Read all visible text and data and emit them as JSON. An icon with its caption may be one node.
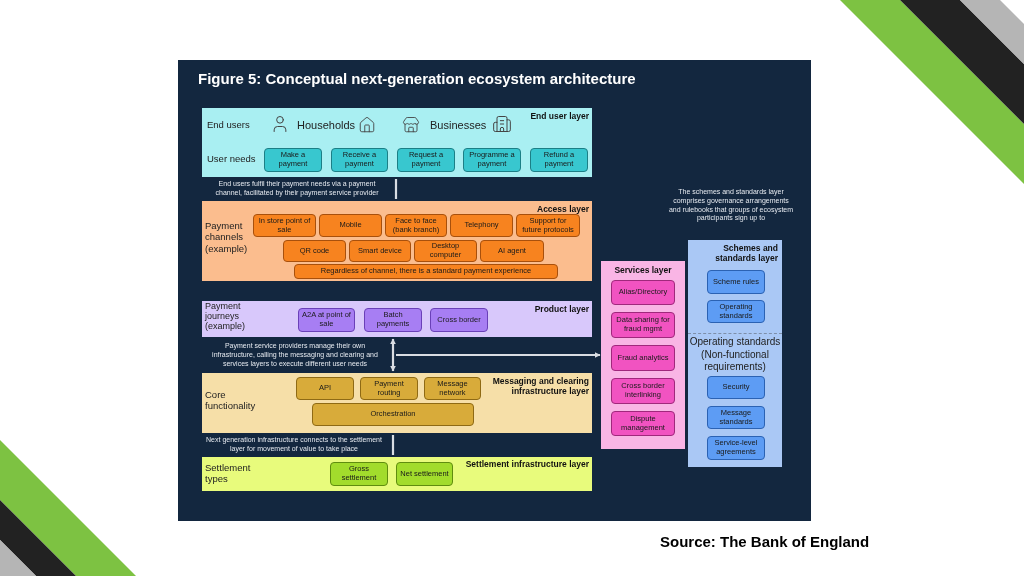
{
  "diagram": {
    "title": "Figure 5: Conceptual next-generation ecosystem architecture",
    "nodes": [
      {
        "text": [
          "End users",
          "Households",
          "Businesses",
          "End user layer",
          "User needs"
        ]
      },
      {
        "text": [
          "Make a payment"
        ],
        "in": 0
      },
      {
        "text": [
          "Receive a payment"
        ],
        "in": 0
      },
      {
        "text": [
          "Request a payment"
        ],
        "in": 0
      },
      {
        "text": [
          "Programme a payment"
        ],
        "in": 0
      },
      {
        "text": [
          "Refund a payment"
        ],
        "in": 0
      },
      {
        "text": [
          "Payment channels (example)",
          "Access layer"
        ]
      },
      {
        "text": [
          "In store point of sale"
        ],
        "in": 6
      },
      {
        "text": [
          "Mobile"
        ],
        "in": 6
      },
      {
        "text": [
          "Face to face (bank branch)"
        ],
        "in": 6
      },
      {
        "text": [
          "Telephony"
        ],
        "in": 6
      },
      {
        "text": [
          "Support for future protocols"
        ],
        "in": 6
      },
      {
        "text": [
          "QR code"
        ],
        "in": 6
      },
      {
        "text": [
          "Smart device"
        ],
        "in": 6
      },
      {
        "text": [
          "Desktop computer"
        ],
        "in": 6
      },
      {
        "text": [
          "AI agent"
        ],
        "in": 6
      },
      {
        "text": [
          "Regardless of channel, there is a standard payment experience"
        ],
        "in": 6
      },
      {
        "text": [
          "Payment journeys (example)",
          "Product layer"
        ]
      },
      {
        "text": [
          "A2A at point of sale"
        ],
        "in": 17
      },
      {
        "text": [
          "Batch payments"
        ],
        "in": 17
      },
      {
        "text": [
          "Cross border"
        ],
        "in": 17
      },
      {
        "text": [
          "Core functionality",
          "Messaging and clearing infrastructure layer"
        ]
      },
      {
        "text": [
          "API"
        ],
        "in": 21
      },
      {
        "text": [
          "Payment routing"
        ],
        "in": 21
      },
      {
        "text": [
          "Message network"
        ],
        "in": 21
      },
      {
        "text": [
          "Orchestration"
        ],
        "in": 21
      },
      {
        "text": [
          "Settlement types",
          "Settlement infrastructure layer"
        ]
      },
      {
        "text": [
          "Gross settlement"
        ],
        "in": 26
      },
      {
        "text": [
          "Net settlement"
        ],
        "in": 26
      },
      {
        "text": [
          "Services layer"
        ]
      },
      {
        "text": [
          "Alias/Directory"
        ],
        "in": 29
      },
      {
        "text": [
          "Data sharing for fraud mgmt"
        ],
        "in": 29
      },
      {
        "text": [
          "Fraud analytics"
        ],
        "in": 29
      },
      {
        "text": [
          "Cross border interlinking"
        ],
        "in": 29
      },
      {
        "text": [
          "Dispute management"
        ],
        "in": 29
      },
      {
        "text": [
          "Schemes and standards layer",
          "Operating standards (Non-functional requirements)"
        ]
      },
      {
        "text": [
          "Scheme rules"
        ],
        "in": 35
      },
      {
        "text": [
          "Operating standards"
        ],
        "in": 35
      },
      {
        "text": [
          "Security"
        ],
        "in": 35
      },
      {
        "text": [
          "Message standards"
        ],
        "in": 35
      },
      {
        "text": [
          "Service-level agreements"
        ],
        "in": 35
      }
    ],
    "edges": [
      {
        "from": 0,
        "to": 6,
        "arrow": "none",
        "label": "End users fulfil their payment needs via a payment channel, facilitated by their payment service provider"
      },
      {
        "from": 17,
        "to": 21,
        "arrow": "both",
        "label": "Payment service providers manage their own infrastructure, calling the messaging and clearing and services layers to execute different user needs"
      },
      {
        "from": null,
        "to": 29,
        "arrow": "to"
      },
      {
        "from": 21,
        "to": 26,
        "arrow": "none",
        "label": "Next generation infrastructure connects to the settlement layer for movement of value to take place"
      }
    ],
    "labels": [
      "The schemes and standards layer comprises governance arrangements and rulebooks that groups of ecosystem participants sign up to",
      "Source:  The Bank of England"
    ]
  }
}
